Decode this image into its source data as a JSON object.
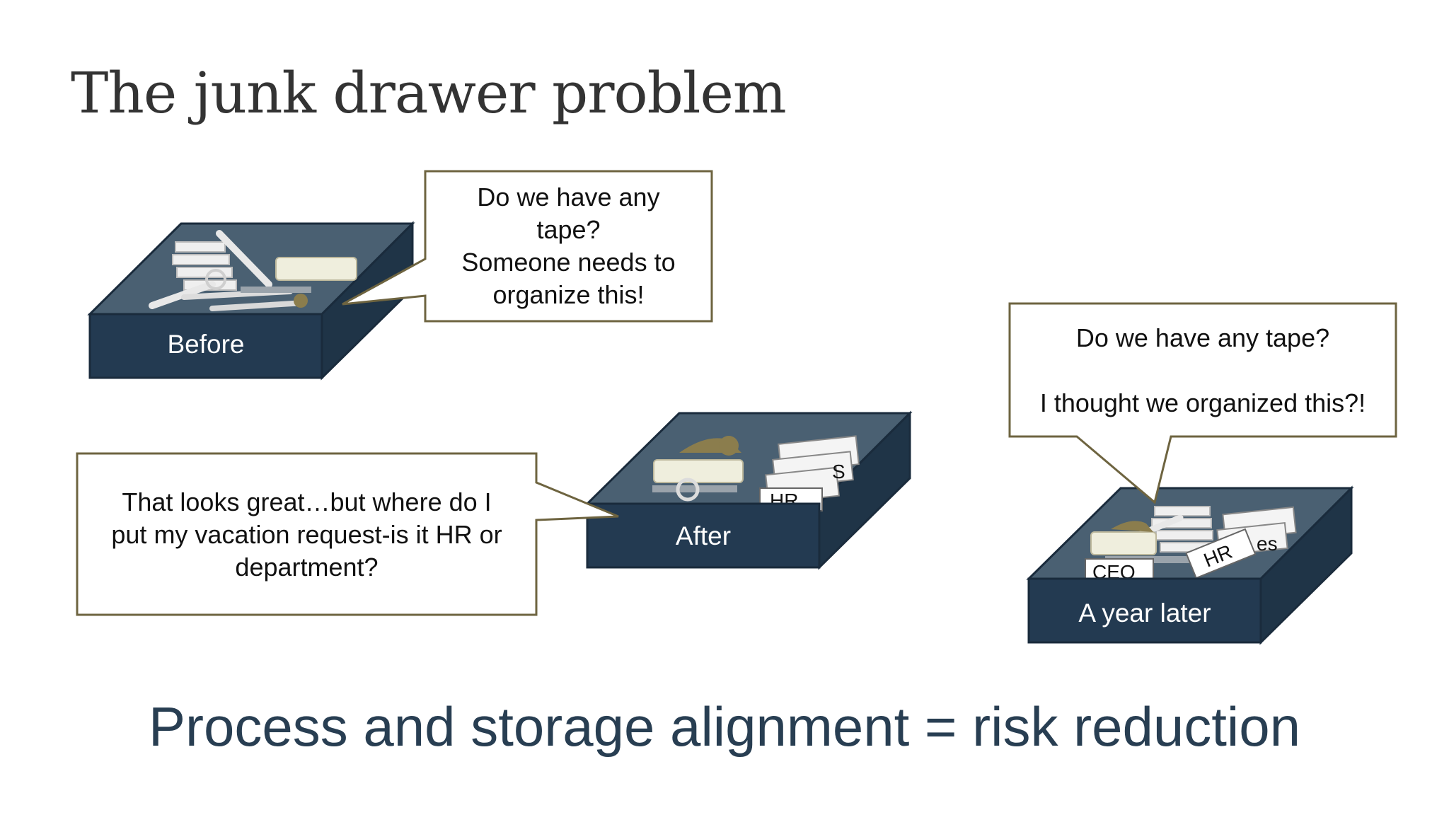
{
  "slide": {
    "title": "The junk drawer problem",
    "tagline": "Process and storage alignment = risk reduction"
  },
  "drawers": {
    "before": {
      "label": "Before"
    },
    "after": {
      "label": "After",
      "folder_tabs": [
        "HR",
        "S"
      ]
    },
    "year_later": {
      "label": "A year later",
      "folder_tabs": [
        "CEO",
        "HR",
        "es"
      ]
    }
  },
  "callouts": {
    "before": "Do we have any\ntape?\nSomeone needs to\norganize this!",
    "after": "That looks great…but where do I\nput my vacation request-is it HR or\ndepartment?",
    "year_later": "Do we have any tape?\n\nI thought we organized this?!"
  },
  "colors": {
    "drawer_front": "#233a51",
    "drawer_inner": "#4a6072",
    "drawer_border": "#1a2b3c",
    "callout_border": "#6e6440",
    "tagline": "#283e52",
    "title": "#333333"
  }
}
